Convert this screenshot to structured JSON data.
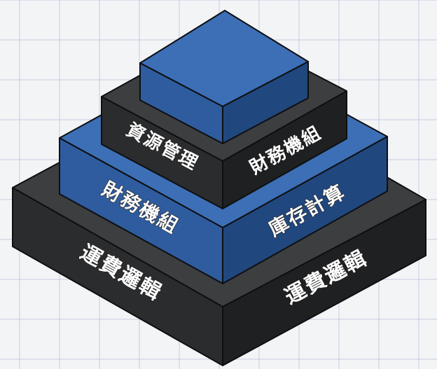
{
  "colors": {
    "background": "#f3f4f6",
    "grid": "#c6cbdd",
    "dark_top": "#3d3e40",
    "dark_left": "#2b2c2e",
    "dark_right": "#1f2022",
    "blue_top": "#3c6fb5",
    "blue_left": "#2e5c9f",
    "blue_right": "#21477f",
    "edge": "#0e0f11"
  },
  "tiers": [
    {
      "id": "base",
      "theme": "dark",
      "left_label": "運費邏輯",
      "right_label": "運費邏輯"
    },
    {
      "id": "middle",
      "theme": "blue",
      "left_label": "財務機組",
      "right_label": "庫存計算"
    },
    {
      "id": "upper",
      "theme": "dark",
      "left_label": "資源管理",
      "right_label": "財務機組"
    },
    {
      "id": "top",
      "theme": "blue",
      "left_label": "",
      "right_label": ""
    }
  ]
}
